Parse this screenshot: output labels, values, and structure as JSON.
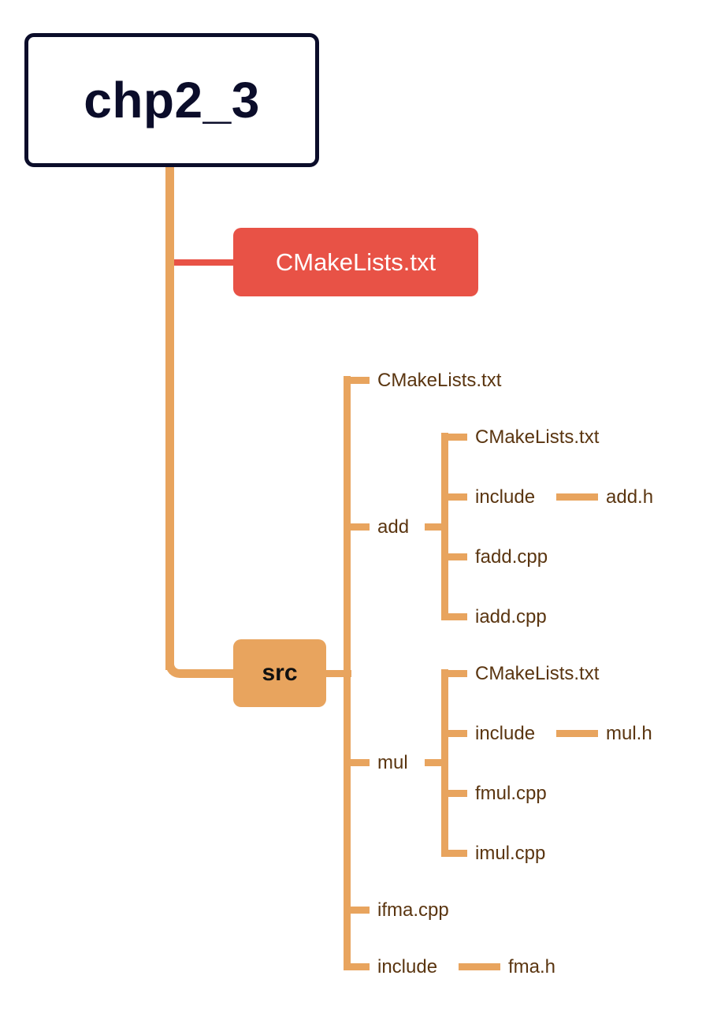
{
  "root": {
    "label": "chp2_3"
  },
  "top_cmake": {
    "label": "CMakeLists.txt"
  },
  "src": {
    "label": "src",
    "cmake": "CMakeLists.txt",
    "add": {
      "label": "add",
      "cmake": "CMakeLists.txt",
      "include": {
        "label": "include",
        "file": "add.h"
      },
      "fadd": "fadd.cpp",
      "iadd": "iadd.cpp"
    },
    "mul": {
      "label": "mul",
      "cmake": "CMakeLists.txt",
      "include": {
        "label": "include",
        "file": "mul.h"
      },
      "fmul": "fmul.cpp",
      "imul": "imul.cpp"
    },
    "ifma": "ifma.cpp",
    "include": {
      "label": "include",
      "file": "fma.h"
    }
  },
  "colors": {
    "root_border": "#0B0D2A",
    "red_node": "#E85246",
    "orange_node": "#E8A45E",
    "leaf_text": "#5A3510"
  }
}
